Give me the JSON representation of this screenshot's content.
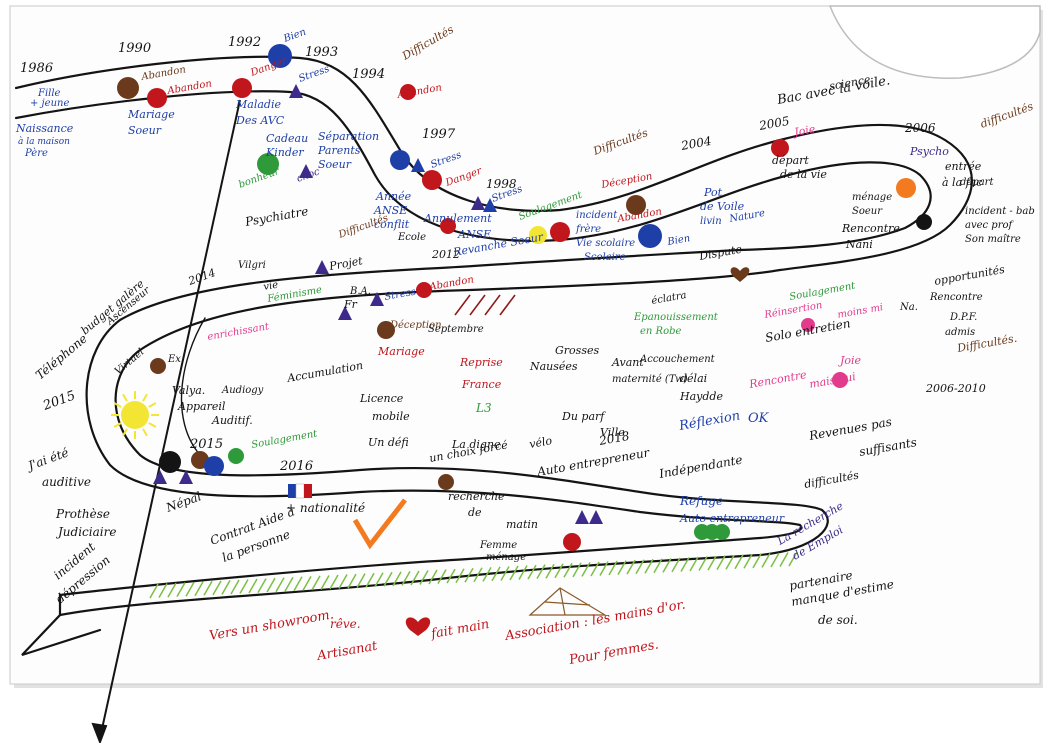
{
  "colors": {
    "ink": "#141414",
    "red": "#c0161c",
    "darkred": "#8e1a1a",
    "blue": "#1e3fa8",
    "brown": "#6b3a1c",
    "purple": "#3d2a8a",
    "green": "#2e9a3a",
    "lightgreen": "#7ac043",
    "pink": "#e23b8c",
    "yellow": "#f3e533",
    "orange": "#f47a20",
    "paper": "#fdfdfd",
    "shadow": "#d5d5d5"
  },
  "labels": [
    {
      "id": "y1986",
      "text": "1986",
      "c": "ink"
    },
    {
      "id": "y1990",
      "text": "1990",
      "c": "ink"
    },
    {
      "id": "y1992",
      "text": "1992",
      "c": "ink"
    },
    {
      "id": "y1993",
      "text": "1993",
      "c": "ink"
    },
    {
      "id": "y1994",
      "text": "1994",
      "c": "ink"
    },
    {
      "id": "y1997",
      "text": "1997",
      "c": "ink"
    },
    {
      "id": "y1998",
      "text": "1998",
      "c": "ink"
    },
    {
      "id": "y2004",
      "text": "2004",
      "c": "ink"
    },
    {
      "id": "y2005",
      "text": "2005",
      "c": "ink"
    },
    {
      "id": "y2006",
      "text": "2006",
      "c": "ink"
    },
    {
      "id": "y2012",
      "text": "2012",
      "c": "ink"
    },
    {
      "id": "y2014",
      "text": "2014",
      "c": "ink"
    },
    {
      "id": "y2015a",
      "text": "2015",
      "c": "ink"
    },
    {
      "id": "y2015b",
      "text": "2015",
      "c": "ink"
    },
    {
      "id": "y2016",
      "text": "2016",
      "c": "ink"
    },
    {
      "id": "y2018",
      "text": "2018",
      "c": "ink"
    },
    {
      "id": "fille",
      "text": "Fille",
      "c": "blue"
    },
    {
      "id": "jeune",
      "text": "+ jeune",
      "c": "blue"
    },
    {
      "id": "naissance",
      "text": "Naissance",
      "c": "blue"
    },
    {
      "id": "alamaison",
      "text": "à la maison",
      "c": "blue"
    },
    {
      "id": "pere",
      "text": "Père",
      "c": "blue"
    },
    {
      "id": "abandon",
      "text": "Abandon",
      "c": "brown"
    },
    {
      "id": "abandon2",
      "text": "Abandon",
      "c": "red"
    },
    {
      "id": "mariage",
      "text": "Mariage",
      "c": "blue"
    },
    {
      "id": "soeur",
      "text": "Soeur",
      "c": "blue"
    },
    {
      "id": "danger1",
      "text": "Danger",
      "c": "red"
    },
    {
      "id": "stress1",
      "text": "Stress",
      "c": "blue"
    },
    {
      "id": "bien1",
      "text": "Bien",
      "c": "blue"
    },
    {
      "id": "maladie",
      "text": "Maladie",
      "c": "blue"
    },
    {
      "id": "desavc",
      "text": "Des AVC",
      "c": "blue"
    },
    {
      "id": "cadeau",
      "text": "Cadeau",
      "c": "blue"
    },
    {
      "id": "kinder",
      "text": "Kinder",
      "c": "blue"
    },
    {
      "id": "bonheur",
      "text": "bonheur",
      "c": "green"
    },
    {
      "id": "choc",
      "text": "choc",
      "c": "purple"
    },
    {
      "id": "difficultes1",
      "text": "Difficultés",
      "c": "brown"
    },
    {
      "id": "abandon3",
      "text": "Abandon",
      "c": "red"
    },
    {
      "id": "separation",
      "text": "Séparation",
      "c": "blue"
    },
    {
      "id": "parents",
      "text": "Parents",
      "c": "blue"
    },
    {
      "id": "soeur2",
      "text": "Soeur",
      "c": "blue"
    },
    {
      "id": "annee",
      "text": "Année",
      "c": "blue"
    },
    {
      "id": "anse",
      "text": "ANSE",
      "c": "blue"
    },
    {
      "id": "conflit",
      "text": "conflit",
      "c": "blue"
    },
    {
      "id": "danger2",
      "text": "Danger",
      "c": "red"
    },
    {
      "id": "stress2",
      "text": "Stress",
      "c": "blue"
    },
    {
      "id": "difficultes2",
      "text": "Difficultés",
      "c": "brown"
    },
    {
      "id": "stress3",
      "text": "Stress",
      "c": "blue"
    },
    {
      "id": "soulagement1",
      "text": "Soulagement",
      "c": "green"
    },
    {
      "id": "deception",
      "text": "Déception",
      "c": "red"
    },
    {
      "id": "incident",
      "text": "incident",
      "c": "blue"
    },
    {
      "id": "frere",
      "text": "frère",
      "c": "blue"
    },
    {
      "id": "scolarite",
      "text": "Vie scolaire",
      "c": "blue"
    },
    {
      "id": "scolaire",
      "text": "Scolaire",
      "c": "blue"
    },
    {
      "id": "abandon4",
      "text": "Abandon",
      "c": "red"
    },
    {
      "id": "bien2",
      "text": "Bien",
      "c": "blue"
    },
    {
      "id": "pot",
      "text": "Pot",
      "c": "blue"
    },
    {
      "id": "devoile",
      "text": "de Voile",
      "c": "blue"
    },
    {
      "id": "livin",
      "text": "livin",
      "c": "blue"
    },
    {
      "id": "nature",
      "text": "Nature",
      "c": "blue"
    },
    {
      "id": "annulement",
      "text": "Annulement",
      "c": "blue"
    },
    {
      "id": "anse2",
      "text": "ANSE",
      "c": "blue"
    },
    {
      "id": "revanche",
      "text": "Revanche Soeur",
      "c": "blue"
    },
    {
      "id": "science",
      "text": "science",
      "c": "ink"
    },
    {
      "id": "bac",
      "text": "Bac avec la voile.",
      "c": "ink"
    },
    {
      "id": "joie1",
      "text": "Joie",
      "c": "pink"
    },
    {
      "id": "depart",
      "text": "départ",
      "c": "ink"
    },
    {
      "id": "delavie",
      "text": "de la vie",
      "c": "ink"
    },
    {
      "id": "psycho",
      "text": "Psycho",
      "c": "purple"
    },
    {
      "id": "entree",
      "text": "entrée",
      "c": "ink"
    },
    {
      "id": "fac",
      "text": "à la fac",
      "c": "ink"
    },
    {
      "id": "difficultes3",
      "text": "difficultés",
      "c": "brown"
    },
    {
      "id": "depart2",
      "text": "départ",
      "c": "ink"
    },
    {
      "id": "menage",
      "text": "ménage",
      "c": "ink"
    },
    {
      "id": "soeur3",
      "text": "Soeur",
      "c": "ink"
    },
    {
      "id": "rencontre",
      "text": "Rencontre",
      "c": "ink"
    },
    {
      "id": "nani",
      "text": "Nani",
      "c": "ink"
    },
    {
      "id": "incident2",
      "text": "incident - bab",
      "c": "ink"
    },
    {
      "id": "avec",
      "text": "avec prof",
      "c": "ink"
    },
    {
      "id": "sonmaitre",
      "text": "Son maître",
      "c": "ink"
    },
    {
      "id": "psychiatre",
      "text": "Psychiatre",
      "c": "ink"
    },
    {
      "id": "difficultes4",
      "text": "Difficultés",
      "c": "brown"
    },
    {
      "id": "ecole",
      "text": "Ecole",
      "c": "ink"
    },
    {
      "id": "dispute",
      "text": "Dispute",
      "c": "ink"
    },
    {
      "id": "opportunite",
      "text": "opportunités",
      "c": "ink"
    },
    {
      "id": "rencontre2",
      "text": "Rencontre",
      "c": "ink"
    },
    {
      "id": "na",
      "text": "Na.",
      "c": "ink"
    },
    {
      "id": "dpf",
      "text": "D.P.F.",
      "c": "ink"
    },
    {
      "id": "admis",
      "text": "admis",
      "c": "ink"
    },
    {
      "id": "difficultes5",
      "text": "Difficultés.",
      "c": "brown"
    },
    {
      "id": "vilgri",
      "text": "Vilgri",
      "c": "ink"
    },
    {
      "id": "projet",
      "text": "Projet",
      "c": "ink"
    },
    {
      "id": "ba",
      "text": "B.A.",
      "c": "ink"
    },
    {
      "id": "fr",
      "text": "Fr",
      "c": "ink"
    },
    {
      "id": "abandon5",
      "text": "Abandon",
      "c": "red"
    },
    {
      "id": "stress4",
      "text": "Stress",
      "c": "blue"
    },
    {
      "id": "vie",
      "text": "vie",
      "c": "ink"
    },
    {
      "id": "feminisme",
      "text": "Féminisme",
      "c": "green"
    },
    {
      "id": "enrichissant",
      "text": "enrichissant",
      "c": "pink"
    },
    {
      "id": "deception2",
      "text": "Déception",
      "c": "brown"
    },
    {
      "id": "septembre",
      "text": "Septembre",
      "c": "ink"
    },
    {
      "id": "eclatra",
      "text": "éclatra",
      "c": "ink"
    },
    {
      "id": "epanouissement",
      "text": "Epanouissement",
      "c": "green"
    },
    {
      "id": "enrobe",
      "text": "en Robe",
      "c": "green"
    },
    {
      "id": "soulagement2",
      "text": "Soulagement",
      "c": "green"
    },
    {
      "id": "reinsertion",
      "text": "Réinsertion",
      "c": "pink"
    },
    {
      "id": "moins",
      "text": "moins mi",
      "c": "pink"
    },
    {
      "id": "solo",
      "text": "Solo entretien",
      "c": "ink"
    },
    {
      "id": "joie2",
      "text": "Joie",
      "c": "pink"
    },
    {
      "id": "rencontre3",
      "text": "Rencontre",
      "c": "pink"
    },
    {
      "id": "mais",
      "text": "mais oui",
      "c": "pink"
    },
    {
      "id": "range",
      "text": "2006-2010",
      "c": "ink"
    },
    {
      "id": "telefone",
      "text": "Téléphone",
      "c": "ink"
    },
    {
      "id": "budget",
      "text": "budget galère",
      "c": "ink"
    },
    {
      "id": "ascenseur",
      "text": "Ascenseur",
      "c": "ink"
    },
    {
      "id": "virtuel",
      "text": "Virtuel",
      "c": "ink"
    },
    {
      "id": "ex",
      "text": "Ex",
      "c": "ink"
    },
    {
      "id": "valya",
      "text": "Valya.",
      "c": "ink"
    },
    {
      "id": "appareil",
      "text": "Appareil",
      "c": "ink"
    },
    {
      "id": "auditif",
      "text": "Auditif.",
      "c": "ink"
    },
    {
      "id": "audiogy",
      "text": "Audiogy",
      "c": "ink"
    },
    {
      "id": "accumulation",
      "text": "Accumulation",
      "c": "ink"
    },
    {
      "id": "mariage2",
      "text": "Mariage",
      "c": "red"
    },
    {
      "id": "licence",
      "text": "Licence",
      "c": "ink"
    },
    {
      "id": "mobile",
      "text": "mobile",
      "c": "ink"
    },
    {
      "id": "reprise",
      "text": "Reprise",
      "c": "red"
    },
    {
      "id": "france",
      "text": "France",
      "c": "red"
    },
    {
      "id": "l3",
      "text": "L3",
      "c": "green"
    },
    {
      "id": "grosses",
      "text": "Grosses",
      "c": "ink"
    },
    {
      "id": "nausee",
      "text": "Nausées",
      "c": "ink"
    },
    {
      "id": "avant",
      "text": "Avant",
      "c": "ink"
    },
    {
      "id": "accouchement",
      "text": "Accouchement",
      "c": "ink"
    },
    {
      "id": "maternite",
      "text": "maternité (Tw)",
      "c": "ink"
    },
    {
      "id": "delai",
      "text": "délai",
      "c": "ink"
    },
    {
      "id": "haydde",
      "text": "Haydde",
      "c": "ink"
    },
    {
      "id": "ok",
      "text": "OK",
      "c": "blue"
    },
    {
      "id": "reflexion",
      "text": "Réflexion",
      "c": "blue"
    },
    {
      "id": "duparf",
      "text": "Du parf",
      "c": "ink"
    },
    {
      "id": "ville",
      "text": "Ville",
      "c": "ink"
    },
    {
      "id": "undefi",
      "text": "Un défi",
      "c": "ink"
    },
    {
      "id": "ladigne",
      "text": "La digne",
      "c": "ink"
    },
    {
      "id": "unchoixforce",
      "text": "un choix forcé",
      "c": "ink"
    },
    {
      "id": "velo",
      "text": "vélo",
      "c": "ink"
    },
    {
      "id": "autoentrepreneur",
      "text": "Auto entrepreneur",
      "c": "ink"
    },
    {
      "id": "independante",
      "text": "Indépendante",
      "c": "ink"
    },
    {
      "id": "revenues",
      "text": "Revenues pas",
      "c": "ink"
    },
    {
      "id": "suffisants",
      "text": "suffisants",
      "c": "ink"
    },
    {
      "id": "difficulte6",
      "text": "difficultés",
      "c": "ink"
    },
    {
      "id": "jaiteu",
      "text": "J'ai été",
      "c": "ink"
    },
    {
      "id": "auditive",
      "text": "auditive",
      "c": "ink"
    },
    {
      "id": "soulagement3",
      "text": "Soulagement",
      "c": "green"
    },
    {
      "id": "nationalite",
      "text": "+ nationalité",
      "c": "ink"
    },
    {
      "id": "recherche",
      "text": "recherche",
      "c": "ink"
    },
    {
      "id": "de",
      "text": "de",
      "c": "ink"
    },
    {
      "id": "prothese",
      "text": "Prothèse",
      "c": "ink"
    },
    {
      "id": "judiciaire",
      "text": "Judiciaire",
      "c": "ink"
    },
    {
      "id": "nepal",
      "text": "Népal",
      "c": "ink"
    },
    {
      "id": "contrat",
      "text": "Contrat Aide à",
      "c": "ink"
    },
    {
      "id": "lapersonne",
      "text": "la personne",
      "c": "ink"
    },
    {
      "id": "matin",
      "text": "matin",
      "c": "ink"
    },
    {
      "id": "femme",
      "text": "Femme",
      "c": "ink"
    },
    {
      "id": "menage2",
      "text": "ménage",
      "c": "ink"
    },
    {
      "id": "refuge",
      "text": "Refuge",
      "c": "blue"
    },
    {
      "id": "autoentrepreneur2",
      "text": "Auto entrepreneur",
      "c": "blue"
    },
    {
      "id": "larecherche",
      "text": "La recherche",
      "c": "purple"
    },
    {
      "id": "deemploi",
      "text": "de Emploi",
      "c": "purple"
    },
    {
      "id": "incident3",
      "text": "incident",
      "c": "ink"
    },
    {
      "id": "depression",
      "text": "dépression",
      "c": "ink"
    },
    {
      "id": "partenaire",
      "text": "partenaire",
      "c": "ink"
    },
    {
      "id": "manque",
      "text": "manque d'estime",
      "c": "ink"
    },
    {
      "id": "desoi",
      "text": "de soi.",
      "c": "ink"
    },
    {
      "id": "showroom",
      "text": "Vers un showroom.",
      "c": "red"
    },
    {
      "id": "reve",
      "text": "rêve.",
      "c": "red"
    },
    {
      "id": "artisanat",
      "text": "Artisanat",
      "c": "red"
    },
    {
      "id": "faitmain",
      "text": "fait main",
      "c": "red"
    },
    {
      "id": "association",
      "text": "Association : les mains d'or.",
      "c": "red"
    },
    {
      "id": "femmes",
      "text": "Pour femmes.",
      "c": "red"
    }
  ]
}
